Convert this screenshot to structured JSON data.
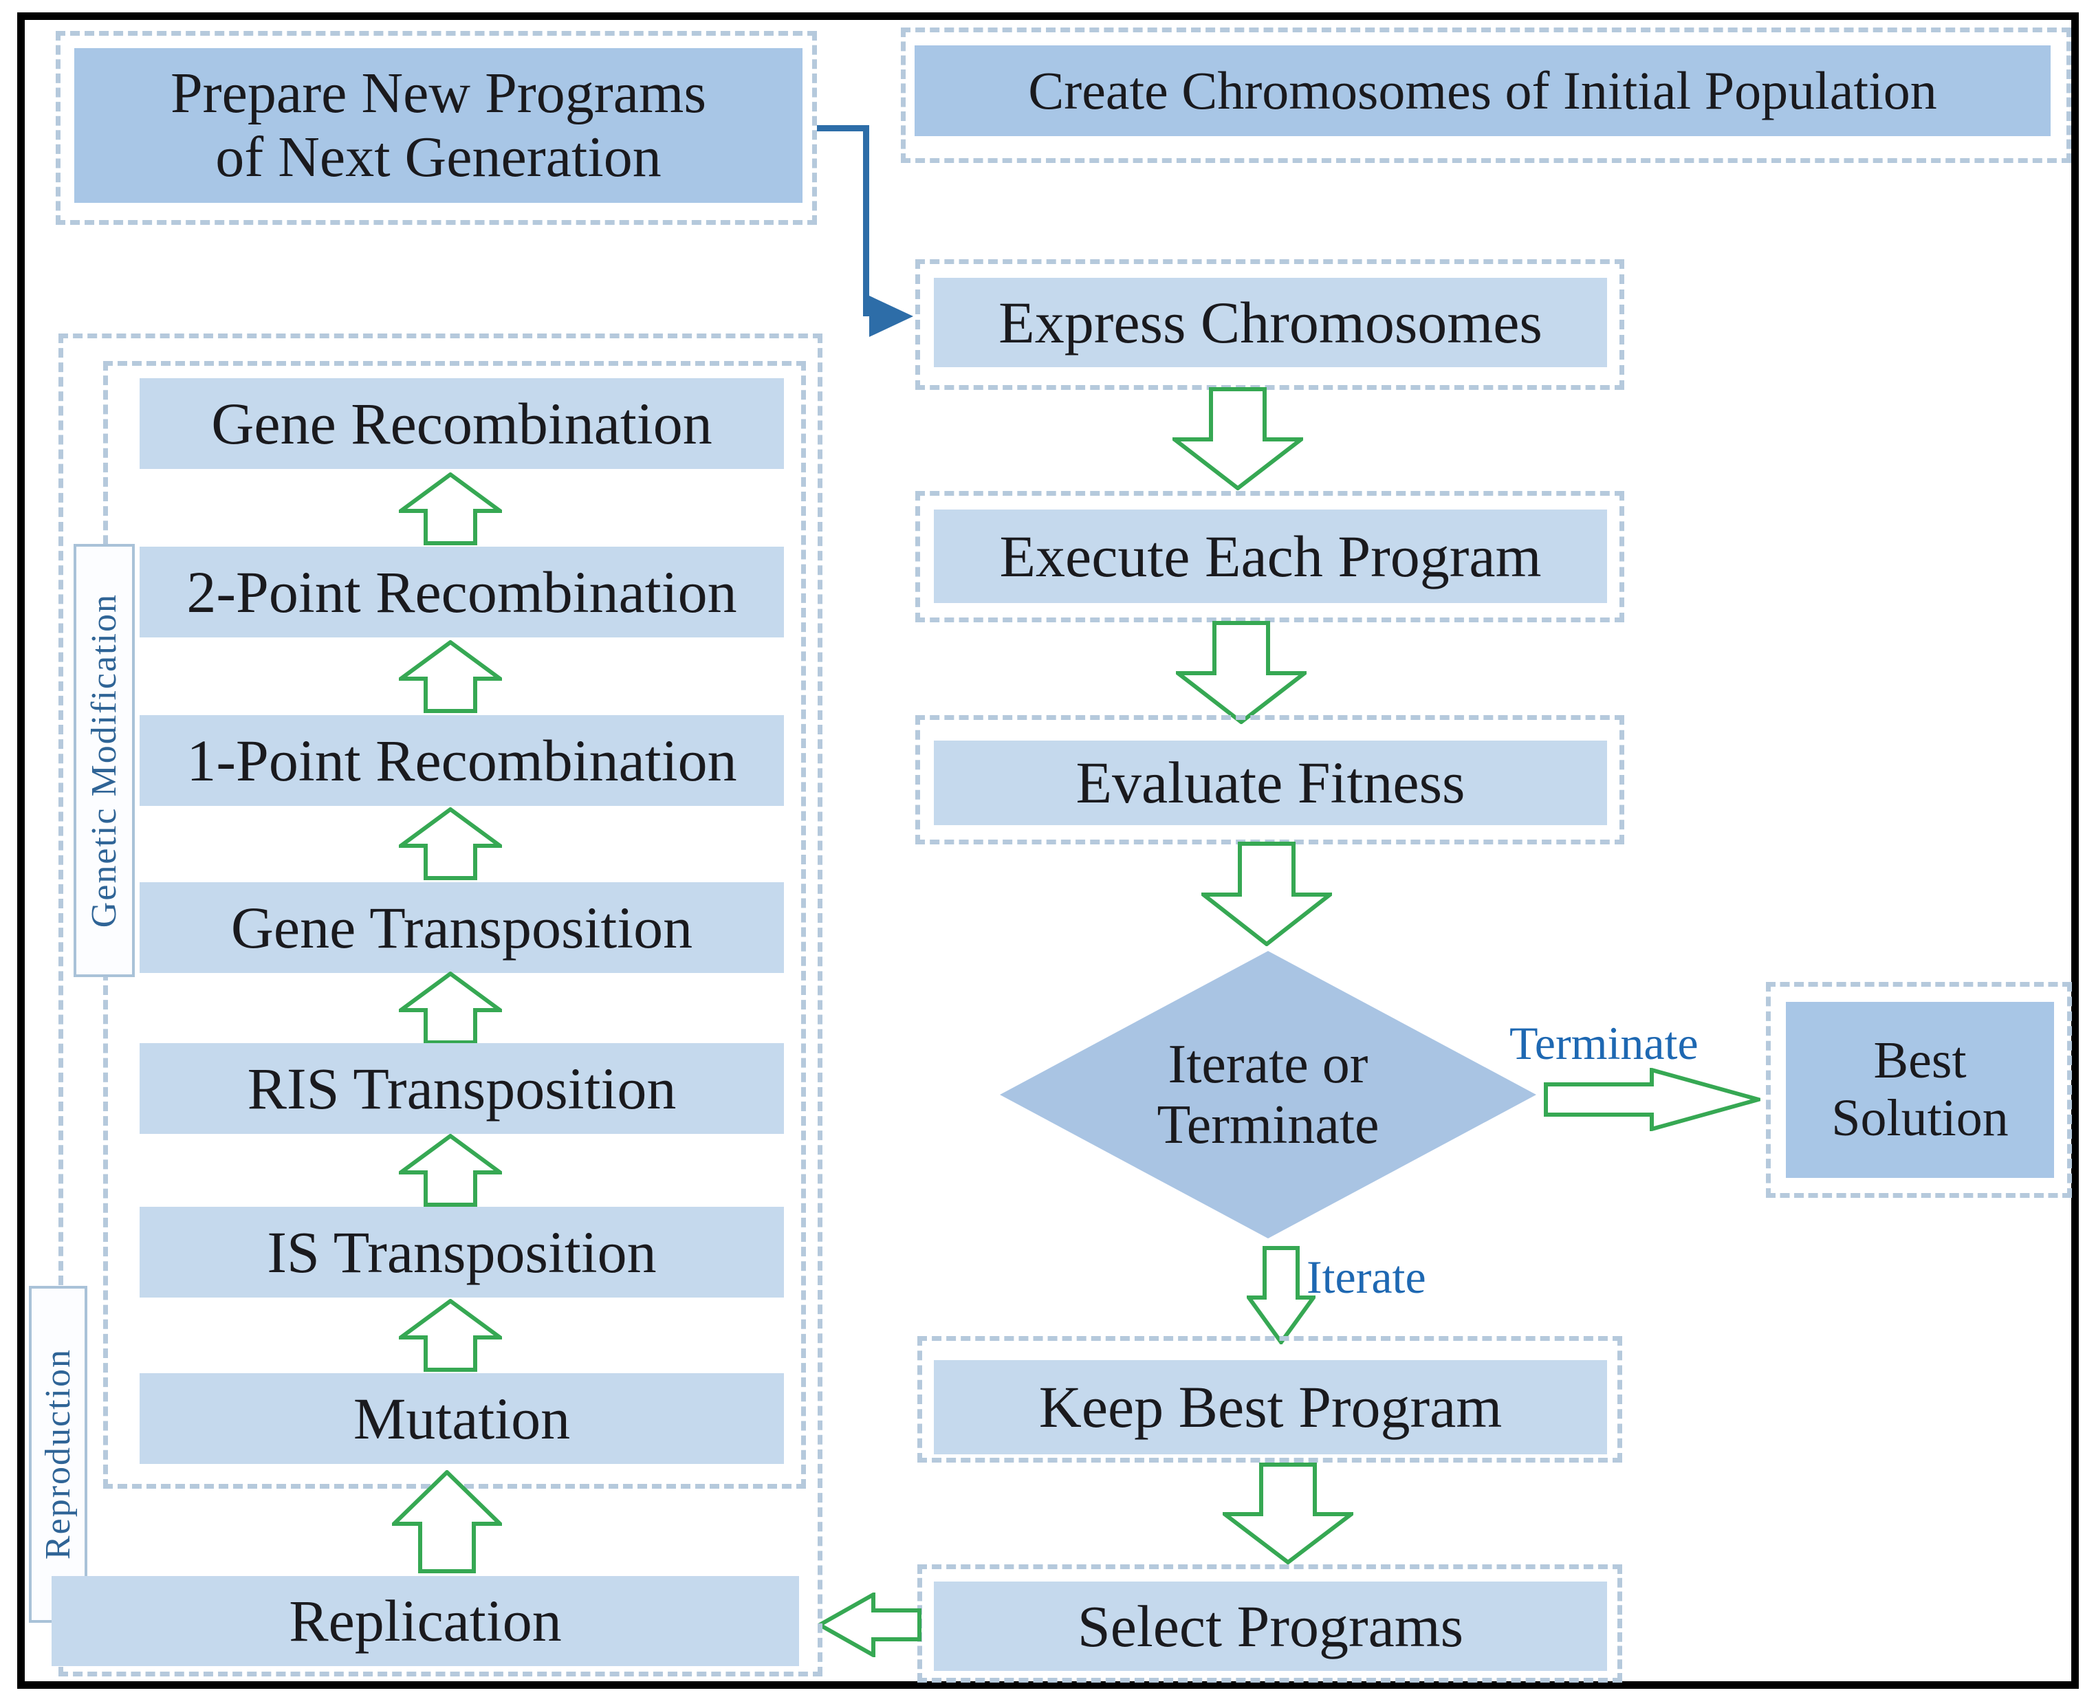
{
  "colors": {
    "box_light": "#c5d9ed",
    "box_dark": "#a8c6e6",
    "diamond": "#a9c4e3",
    "dashed_border": "#b5c9dc",
    "green_arrow": "#36a853",
    "blue_connector": "#2d6da8",
    "edge_label_blue": "#1e68b2",
    "side_label_blue": "#2f6496",
    "frame": "#000000"
  },
  "boxes": {
    "prepare": {
      "line1": "Prepare New Programs",
      "line2": "of Next Generation"
    },
    "create": {
      "label": "Create Chromosomes of Initial Population"
    },
    "express": {
      "label": "Express Chromosomes"
    },
    "execute": {
      "label": "Execute Each Program"
    },
    "evaluate": {
      "label": "Evaluate Fitness"
    },
    "decision": {
      "line1": "Iterate or",
      "line2": "Terminate"
    },
    "best": {
      "line1": "Best",
      "line2": "Solution"
    },
    "keep": {
      "label": "Keep Best Program"
    },
    "select": {
      "label": "Select Programs"
    },
    "replication": {
      "label": "Replication"
    },
    "mutation": {
      "label": "Mutation"
    },
    "is_transposition": {
      "label": "IS Transposition"
    },
    "ris_transposition": {
      "label": "RIS Transposition"
    },
    "gene_transposition": {
      "label": "Gene Transposition"
    },
    "one_point": {
      "label": "1-Point Recombination"
    },
    "two_point": {
      "label": "2-Point Recombination"
    },
    "gene_recombination": {
      "label": "Gene Recombination"
    }
  },
  "edge_labels": {
    "terminate": "Terminate",
    "iterate": "Iterate"
  },
  "group_labels": {
    "genetic_modification": "Genetic Modification",
    "reproduction": "Reproduction"
  }
}
